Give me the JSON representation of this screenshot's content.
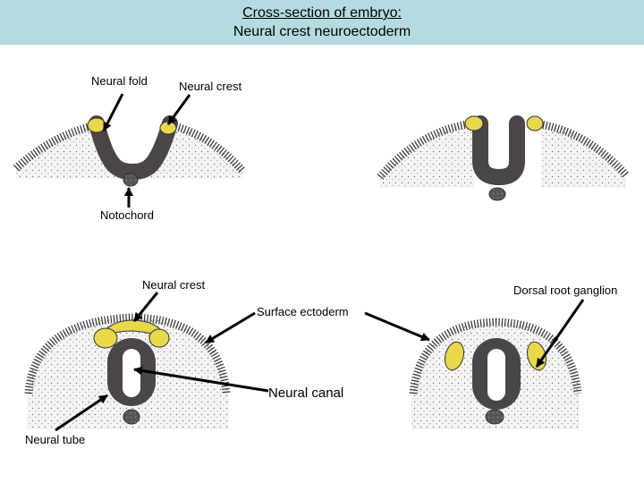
{
  "header": {
    "title": "Cross-section of embryo:",
    "subtitle": "Neural crest  neuroectoderm"
  },
  "labels": {
    "neural_fold": "Neural fold",
    "neural_crest_top": "Neural crest",
    "notochord": "Notochord",
    "neural_crest_bottom": "Neural crest",
    "dorsal_root_ganglion": "Dorsal root ganglion",
    "surface_ectoderm": "Surface ectoderm",
    "neural_canal": "Neural canal",
    "neural_tube": "Neural tube"
  },
  "colors": {
    "header_bg": "#b4dce0",
    "neural_tissue": "#4a4546",
    "crest_yellow": "#e8d84a",
    "mesoderm": "#f4f4f4"
  }
}
